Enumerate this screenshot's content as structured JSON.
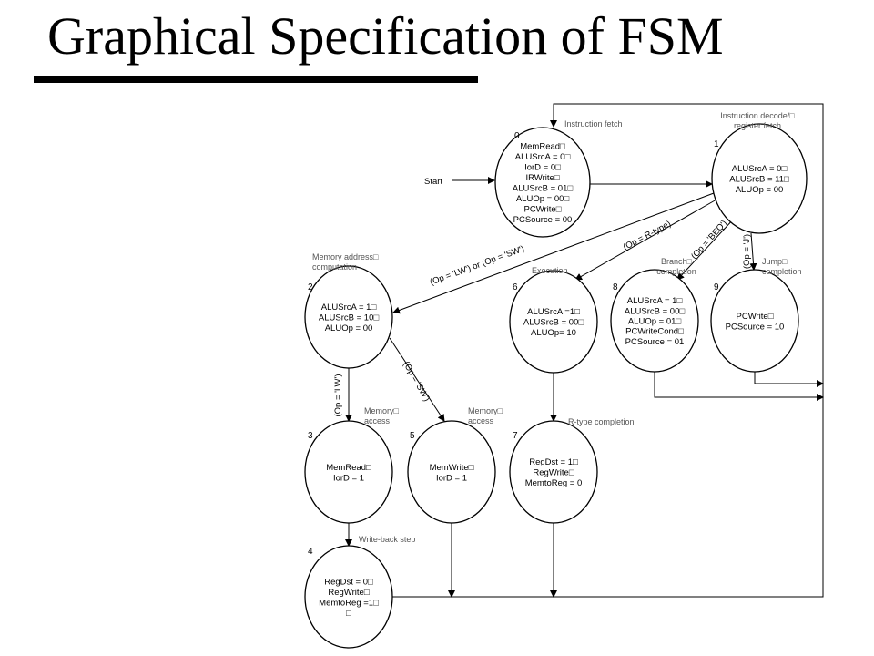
{
  "title": "Graphical Specification of FSM",
  "start_label": "Start",
  "states": [
    {
      "id": "0",
      "caption": [
        "Instruction fetch"
      ],
      "lines": [
        "MemRead□",
        "ALUSrcA = 0□",
        "IorD = 0□",
        "IRWrite□",
        "ALUSrcB = 01□",
        "ALUOp = 00□",
        "PCWrite□",
        "PCSource = 00"
      ]
    },
    {
      "id": "1",
      "caption": [
        "Instruction decode/□",
        "register fetch"
      ],
      "lines": [
        "ALUSrcA = 0□",
        "ALUSrcB = 11□",
        "ALUOp = 00"
      ]
    },
    {
      "id": "2",
      "caption": [
        "Memory address□",
        "computation"
      ],
      "lines": [
        "ALUSrcA = 1□",
        "ALUSrcB = 10□",
        "ALUOp = 00"
      ]
    },
    {
      "id": "3",
      "caption": [
        "Memory□",
        "access"
      ],
      "lines": [
        "MemRead□",
        "IorD = 1"
      ]
    },
    {
      "id": "4",
      "caption": [
        "Write-back step"
      ],
      "lines": [
        "RegDst = 0□",
        "RegWrite□",
        "MemtoReg =1□",
        "□"
      ]
    },
    {
      "id": "5",
      "caption": [
        "Memory□",
        "access"
      ],
      "lines": [
        "MemWrite□",
        "IorD = 1"
      ]
    },
    {
      "id": "6",
      "caption": [
        "Execution"
      ],
      "lines": [
        "ALUSrcA =1□",
        "ALUSrcB = 00□",
        "ALUOp= 10"
      ]
    },
    {
      "id": "7",
      "caption": [
        "R-type completion"
      ],
      "lines": [
        "RegDst = 1□",
        "RegWrite□",
        "MemtoReg = 0"
      ]
    },
    {
      "id": "8",
      "caption": [
        "Branch□",
        "completion"
      ],
      "lines": [
        "ALUSrcA = 1□",
        "ALUSrcB = 00□",
        "ALUOp = 01□",
        "PCWriteCond□",
        "PCSource = 01"
      ]
    },
    {
      "id": "9",
      "caption": [
        "Jump□",
        "completion"
      ],
      "lines": [
        "PCWrite□",
        "PCSource = 10"
      ]
    }
  ],
  "transitions": [
    {
      "from": "0",
      "to": "1",
      "label": ""
    },
    {
      "from": "1",
      "to": "2",
      "label": "(Op = 'LW') or (Op = 'SW')"
    },
    {
      "from": "1",
      "to": "6",
      "label": "(Op = R-type)"
    },
    {
      "from": "1",
      "to": "8",
      "label": "(Op = 'BEQ')"
    },
    {
      "from": "1",
      "to": "9",
      "label": "(Op = 'J')"
    },
    {
      "from": "2",
      "to": "3",
      "label": "(Op = 'LW')"
    },
    {
      "from": "2",
      "to": "5",
      "label": "(Op = 'SW')"
    },
    {
      "from": "3",
      "to": "4",
      "label": ""
    },
    {
      "from": "6",
      "to": "7",
      "label": ""
    },
    {
      "from": "4",
      "to": "0",
      "label": ""
    },
    {
      "from": "5",
      "to": "0",
      "label": ""
    },
    {
      "from": "7",
      "to": "0",
      "label": ""
    },
    {
      "from": "8",
      "to": "0",
      "label": ""
    },
    {
      "from": "9",
      "to": "0",
      "label": ""
    }
  ]
}
